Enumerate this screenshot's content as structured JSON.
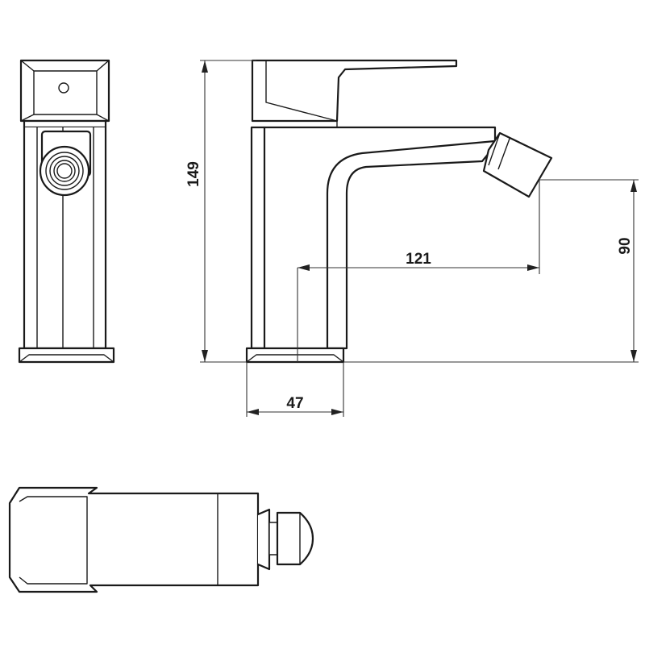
{
  "dimensions": {
    "total_height": "149",
    "spout_projection": "121",
    "outlet_height": "90",
    "base_diameter": "47"
  }
}
